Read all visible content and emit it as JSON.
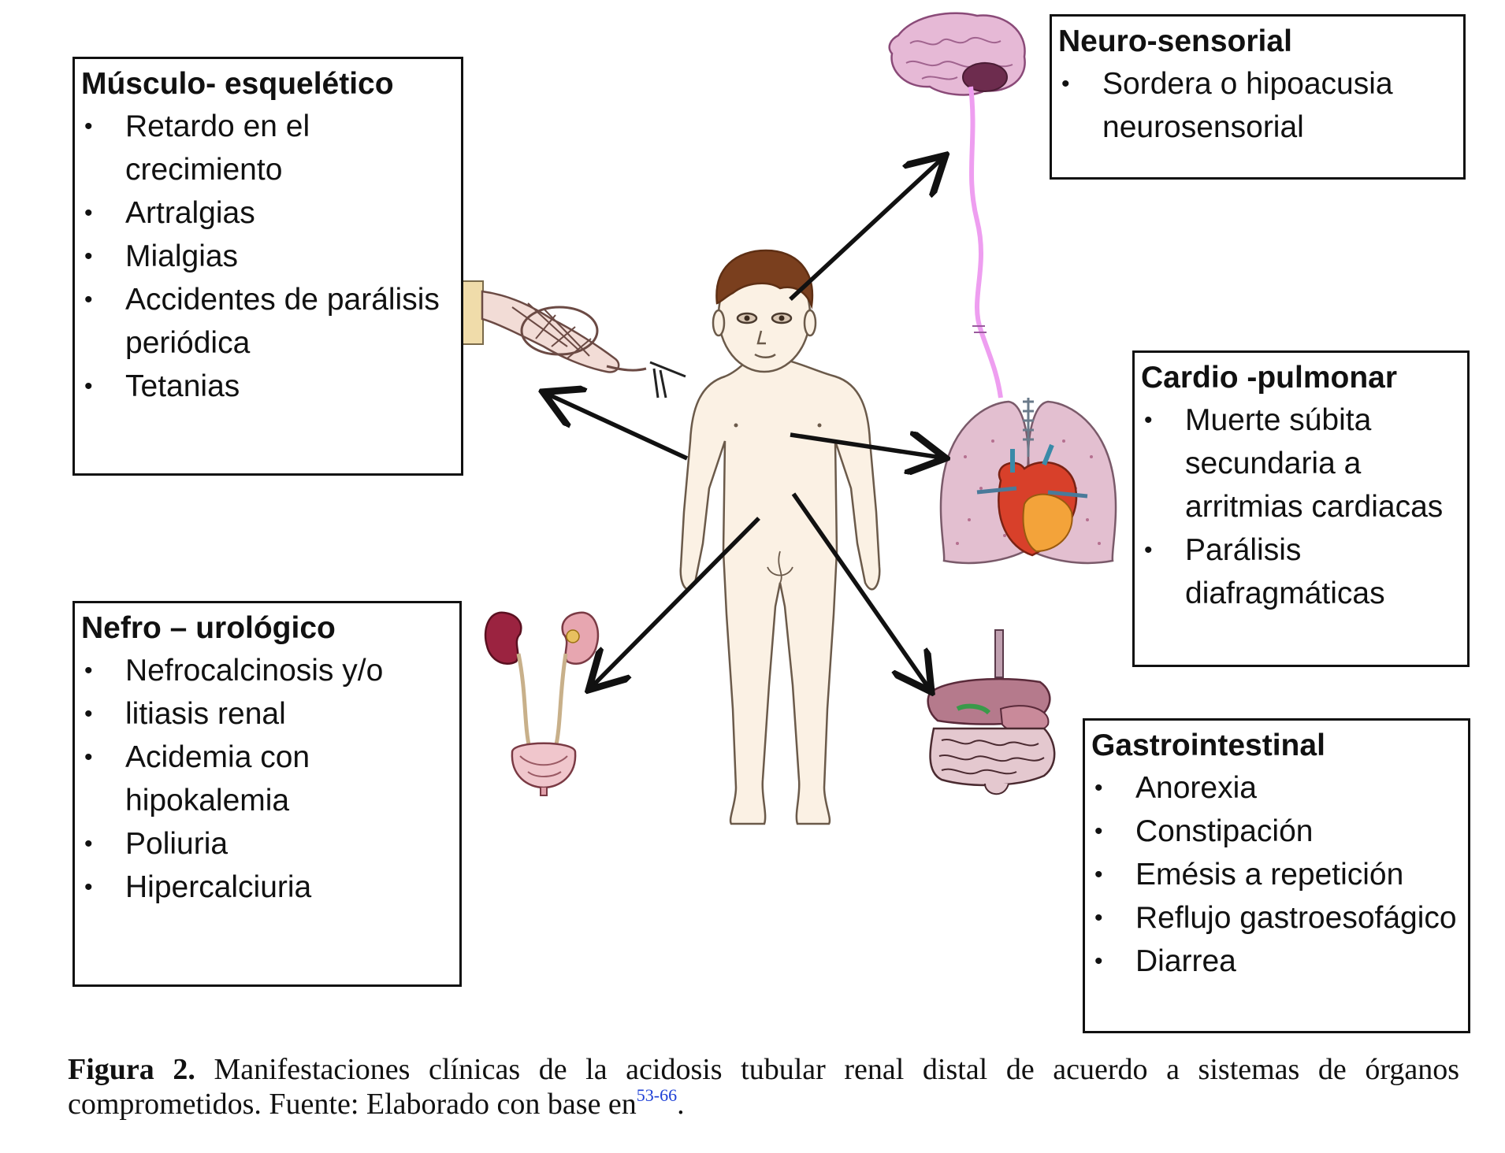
{
  "boxes": {
    "musculo": {
      "title": "Músculo- esquelético",
      "items": [
        "Retardo en el crecimiento",
        "Artralgias",
        "Mialgias",
        "Accidentes de parálisis periódica",
        "Tetanias"
      ]
    },
    "neuro": {
      "title": "Neuro-sensorial",
      "items": [
        "Sordera o hipoacusia neurosensorial"
      ]
    },
    "cardio": {
      "title": "Cardio -pulmonar",
      "items": [
        "Muerte súbita secundaria a arritmias cardiacas",
        "Parálisis diafragmáticas"
      ]
    },
    "nefro": {
      "title": "Nefro – urológico",
      "items": [
        "Nefrocalcinosis y/o",
        " litiasis renal",
        "Acidemia con hipokalemia",
        "Poliuria",
        "Hipercalciuria"
      ]
    },
    "gastro": {
      "title": "Gastrointestinal",
      "items": [
        "Anorexia",
        "Constipación",
        "Emésis a repetición",
        "Reflujo gastroesofágico",
        "Diarrea"
      ]
    }
  },
  "caption": {
    "label": "Figura 2.",
    "text": " Manifestaciones clínicas de la acidosis tubular renal distal de acuerdo a sistemas de órganos comprometidos. Fuente: Elaborado con base en",
    "ref": "53-66",
    "end": "."
  },
  "colors": {
    "skin": "#fbf1e4",
    "hair": "#7a3f1e",
    "lung": "#e3bfd0",
    "brain": "#e6b9d6",
    "nerve": "#ee9ef0",
    "kidney": "#9b2340",
    "heart": "#d8402a",
    "liver": "#b57a8c"
  }
}
